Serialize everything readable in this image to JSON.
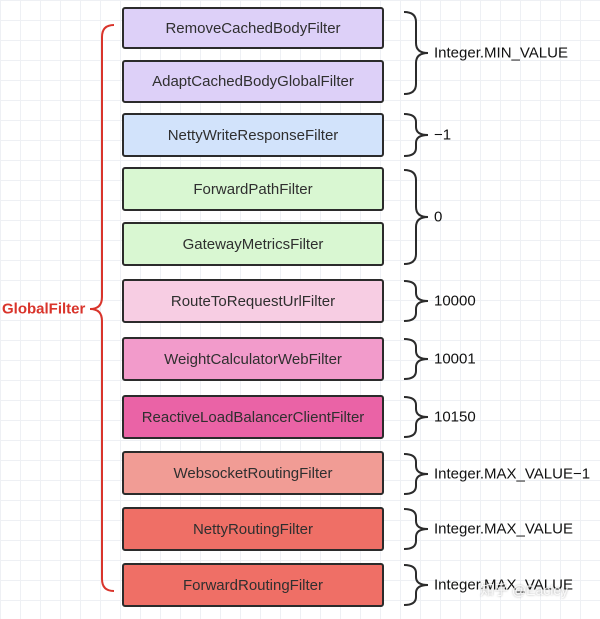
{
  "group_label": "GlobalFilter",
  "filters": [
    {
      "label": "RemoveCachedBodyFilter",
      "fill": "#ddd0f8"
    },
    {
      "label": "AdaptCachedBodyGlobalFilter",
      "fill": "#ddd0f8"
    },
    {
      "label": "NettyWriteResponseFilter",
      "fill": "#d2e3fb"
    },
    {
      "label": "ForwardPathFilter",
      "fill": "#d9f7d2"
    },
    {
      "label": "GatewayMetricsFilter",
      "fill": "#d9f7d2"
    },
    {
      "label": "RouteToRequestUrlFilter",
      "fill": "#f7cde3"
    },
    {
      "label": "WeightCalculatorWebFilter",
      "fill": "#f29bcb"
    },
    {
      "label": "ReactiveLoadBalancerClientFilter",
      "fill": "#ea63a6"
    },
    {
      "label": "WebsocketRoutingFilter",
      "fill": "#f19c95"
    },
    {
      "label": "NettyRoutingFilter",
      "fill": "#ef6f66"
    },
    {
      "label": "ForwardRoutingFilter",
      "fill": "#ef6f66"
    }
  ],
  "orders": [
    {
      "value": "Integer.MIN_VALUE"
    },
    {
      "value": "−1"
    },
    {
      "value": "0"
    },
    {
      "value": "10000"
    },
    {
      "value": "10001"
    },
    {
      "value": "10150"
    },
    {
      "value": "Integer.MAX_VALUE−1"
    },
    {
      "value": "Integer.MAX_VALUE"
    },
    {
      "value": "Integer.MAX_VALUE"
    }
  ],
  "watermark": "知乎 @Eacley",
  "colors": {
    "group_brace": "#d9342b",
    "order_brace": "#2b2b2b"
  }
}
